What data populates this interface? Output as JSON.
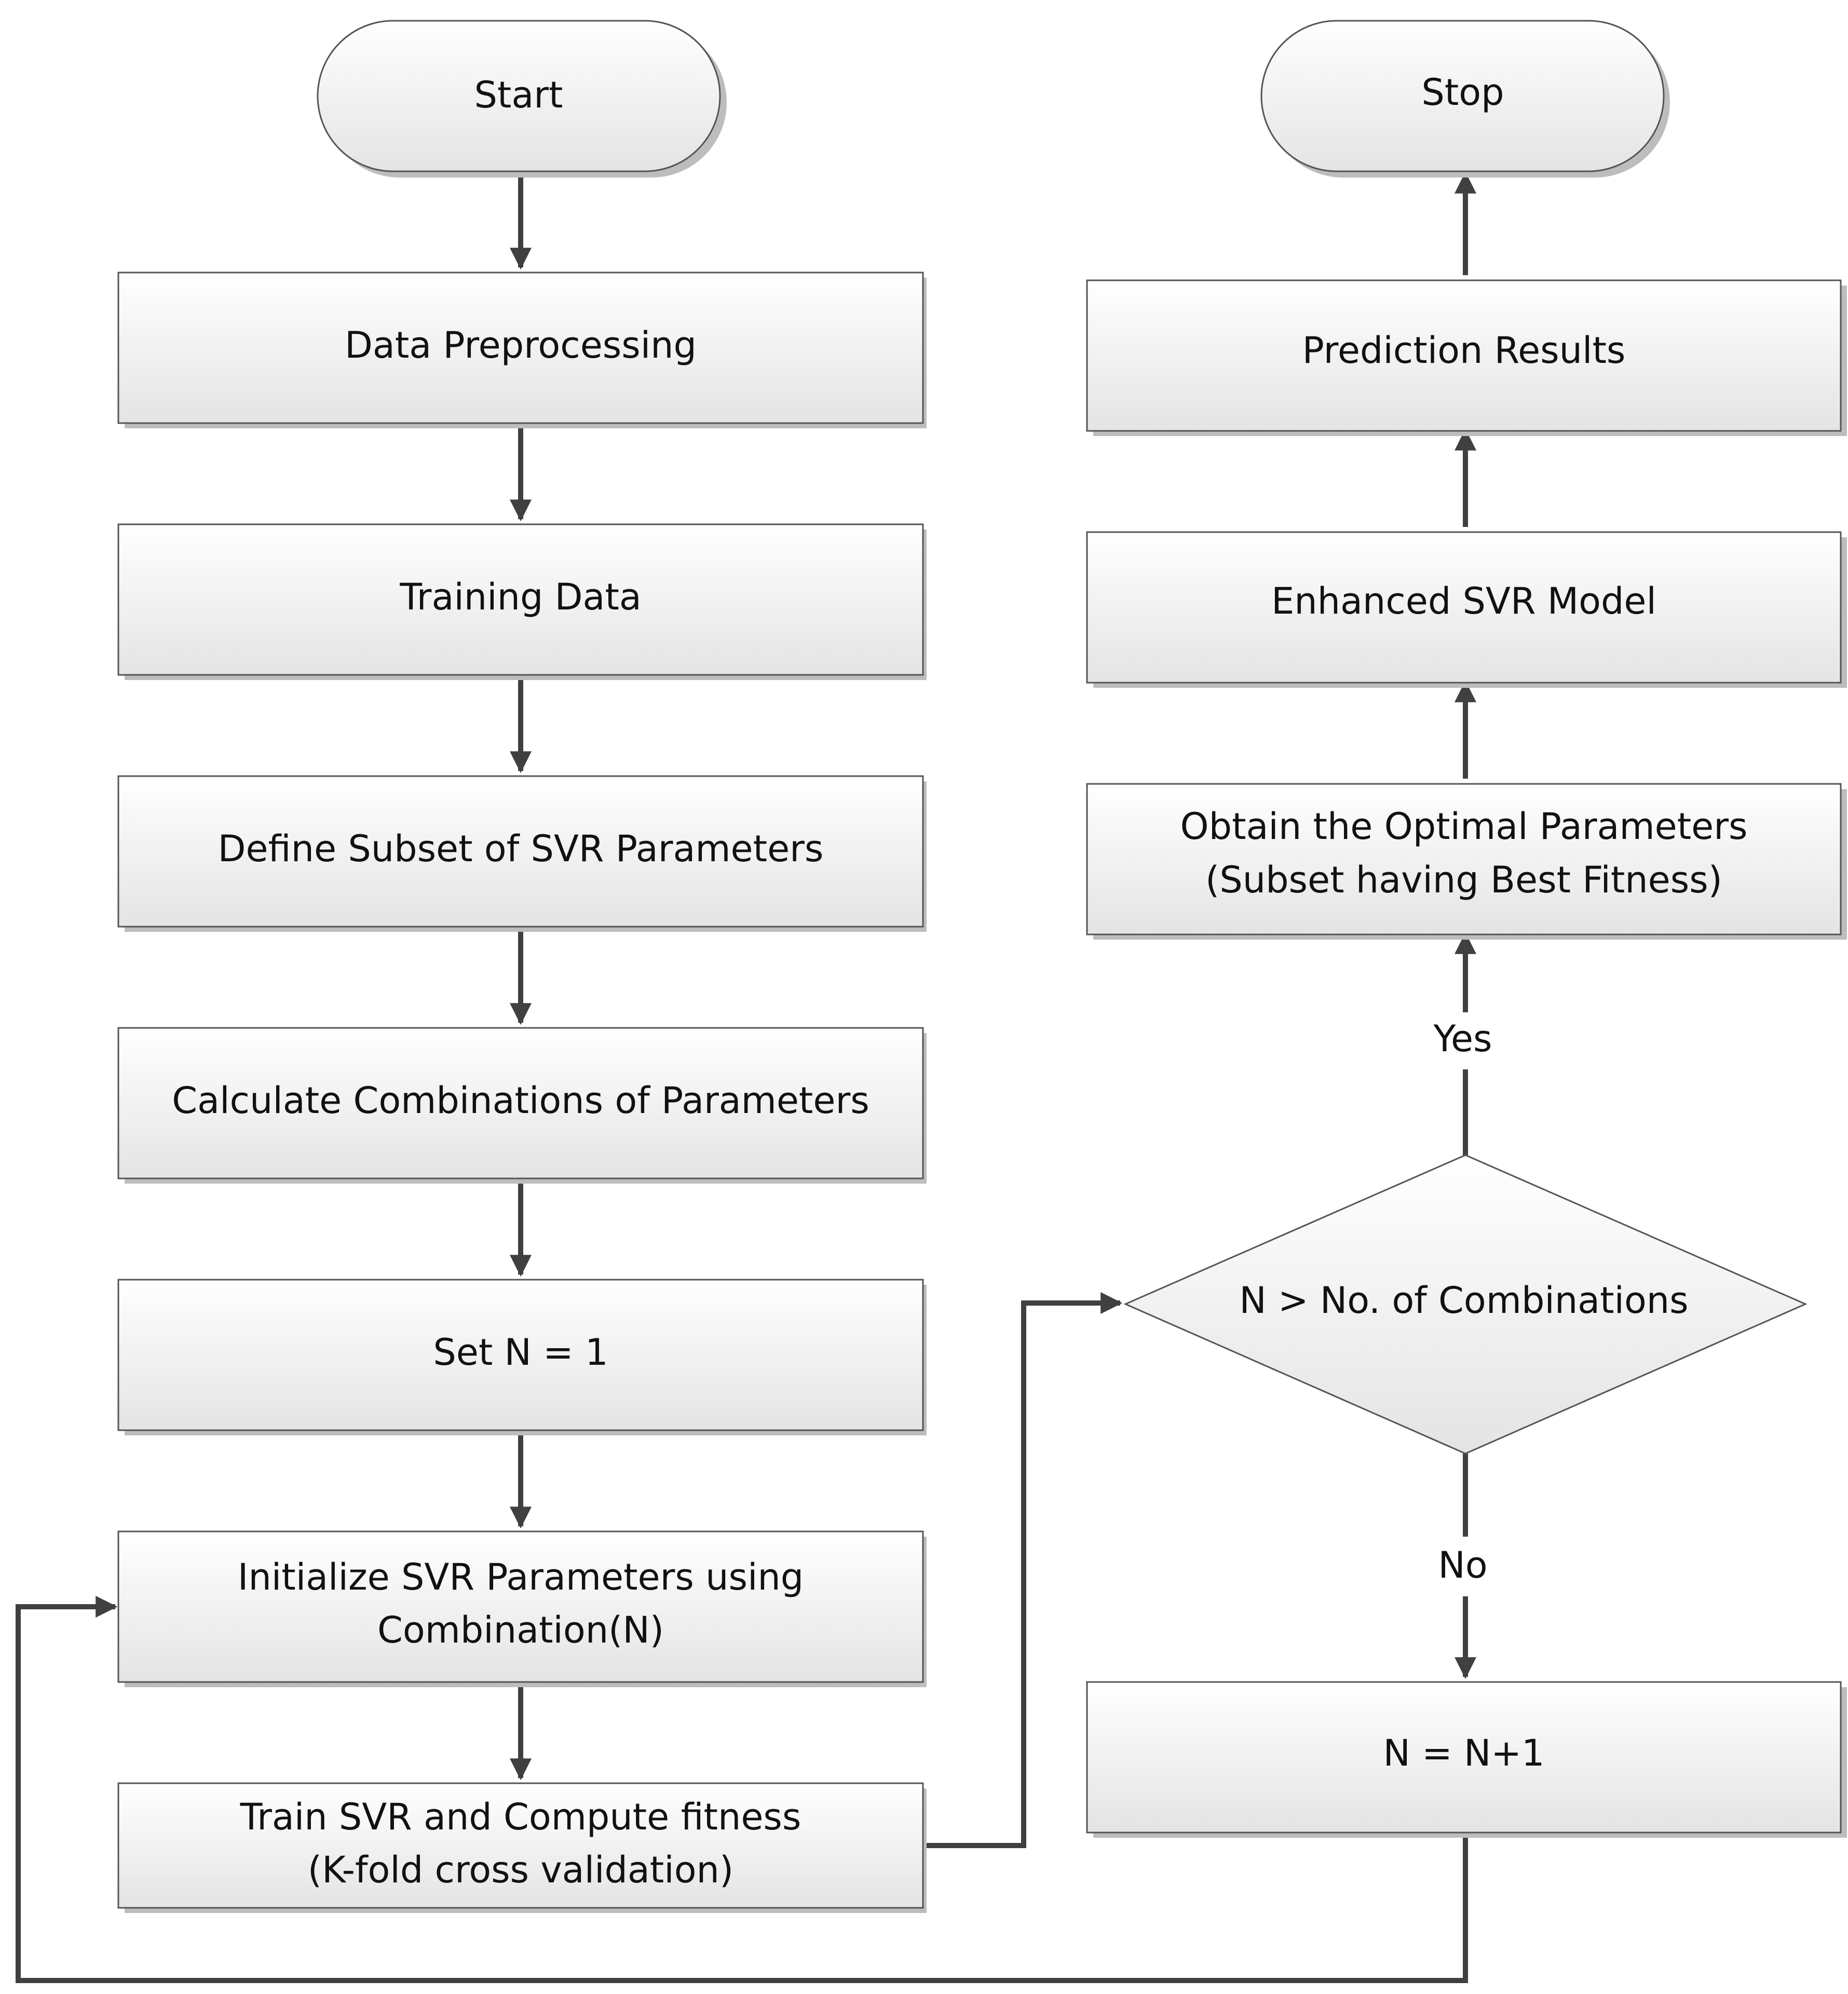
{
  "nodes": {
    "start": "Start",
    "stop": "Stop",
    "data_preprocessing": "Data Preprocessing",
    "training_data": "Training Data",
    "define_subset": "Define Subset of SVR Parameters",
    "calc_combinations": "Calculate Combinations of Parameters",
    "set_n": "Set N = 1",
    "init_svr_1": "Initialize SVR Parameters using",
    "init_svr_2": "Combination(N)",
    "train_svr_1": "Train SVR and Compute fitness",
    "train_svr_2": "(K-fold cross validation)",
    "decision": "N > No. of Combinations",
    "increment": "N = N+1",
    "optimal_1": "Obtain the Optimal Parameters",
    "optimal_2": "(Subset having Best Fitness)",
    "enhanced_model": "Enhanced SVR Model",
    "prediction_results": "Prediction Results"
  },
  "edges": {
    "yes": "Yes",
    "no": "No"
  },
  "colors": {
    "box_fill_top": "#ffffff",
    "box_fill_bottom": "#e6e6e6",
    "stroke": "#404040"
  }
}
